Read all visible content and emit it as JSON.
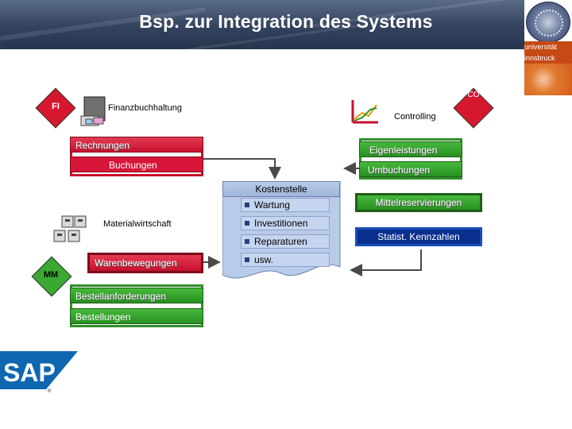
{
  "header": {
    "title": "Bsp. zur Integration des Systems"
  },
  "logo": {
    "line1": "universität",
    "line2": "innsbruck"
  },
  "fi": {
    "module": "FI",
    "name": "Finanzbuchhaltung",
    "items": [
      "Rechnungen",
      "Buchungen"
    ]
  },
  "co": {
    "module": "CO",
    "name": "Controlling",
    "items": [
      "Eigenleistungen",
      "Umbuchungen",
      "Mittelreservierungen",
      "Statist. Kennzahlen"
    ]
  },
  "mm": {
    "module": "MM",
    "name": "Materialwirtschaft",
    "items": [
      "Warenbewegungen",
      "Bestellanforderungen",
      "Bestellungen"
    ]
  },
  "kostenstelle": {
    "title": "Kostenstelle",
    "items": [
      "Wartung",
      "Investitionen",
      "Reparaturen",
      "usw."
    ]
  },
  "footer": {
    "logo_text": "SAP"
  },
  "colors": {
    "red": "#c8102e",
    "green": "#2f8f2a",
    "blue": "#0a2f8e",
    "header": "#33425e",
    "kst": "#b9cbe8"
  }
}
